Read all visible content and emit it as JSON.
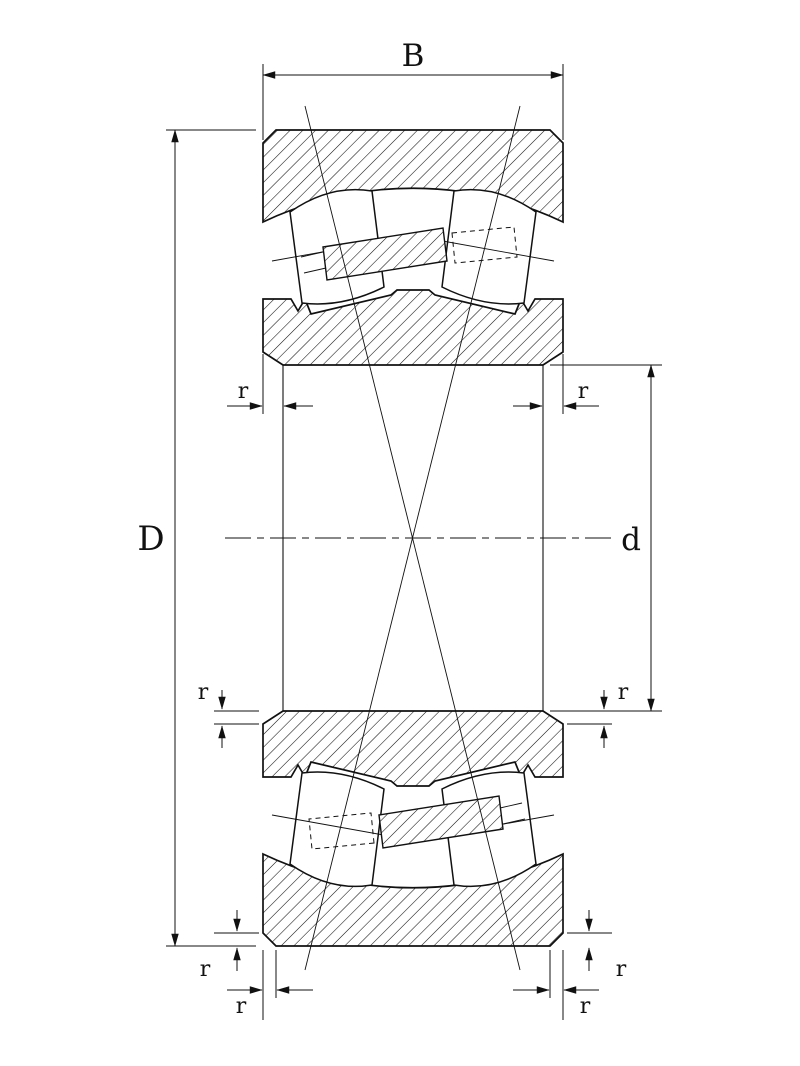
{
  "figure": {
    "kind": "technical-drawing",
    "subject": "spherical-roller-bearing-cross-section"
  },
  "labels": {
    "outer_width": "B",
    "outside_diameter": "D",
    "bore_diameter": "d",
    "chamfer_radius": "r"
  },
  "colors": {
    "ink": "#111111",
    "paper": "#ffffff"
  }
}
